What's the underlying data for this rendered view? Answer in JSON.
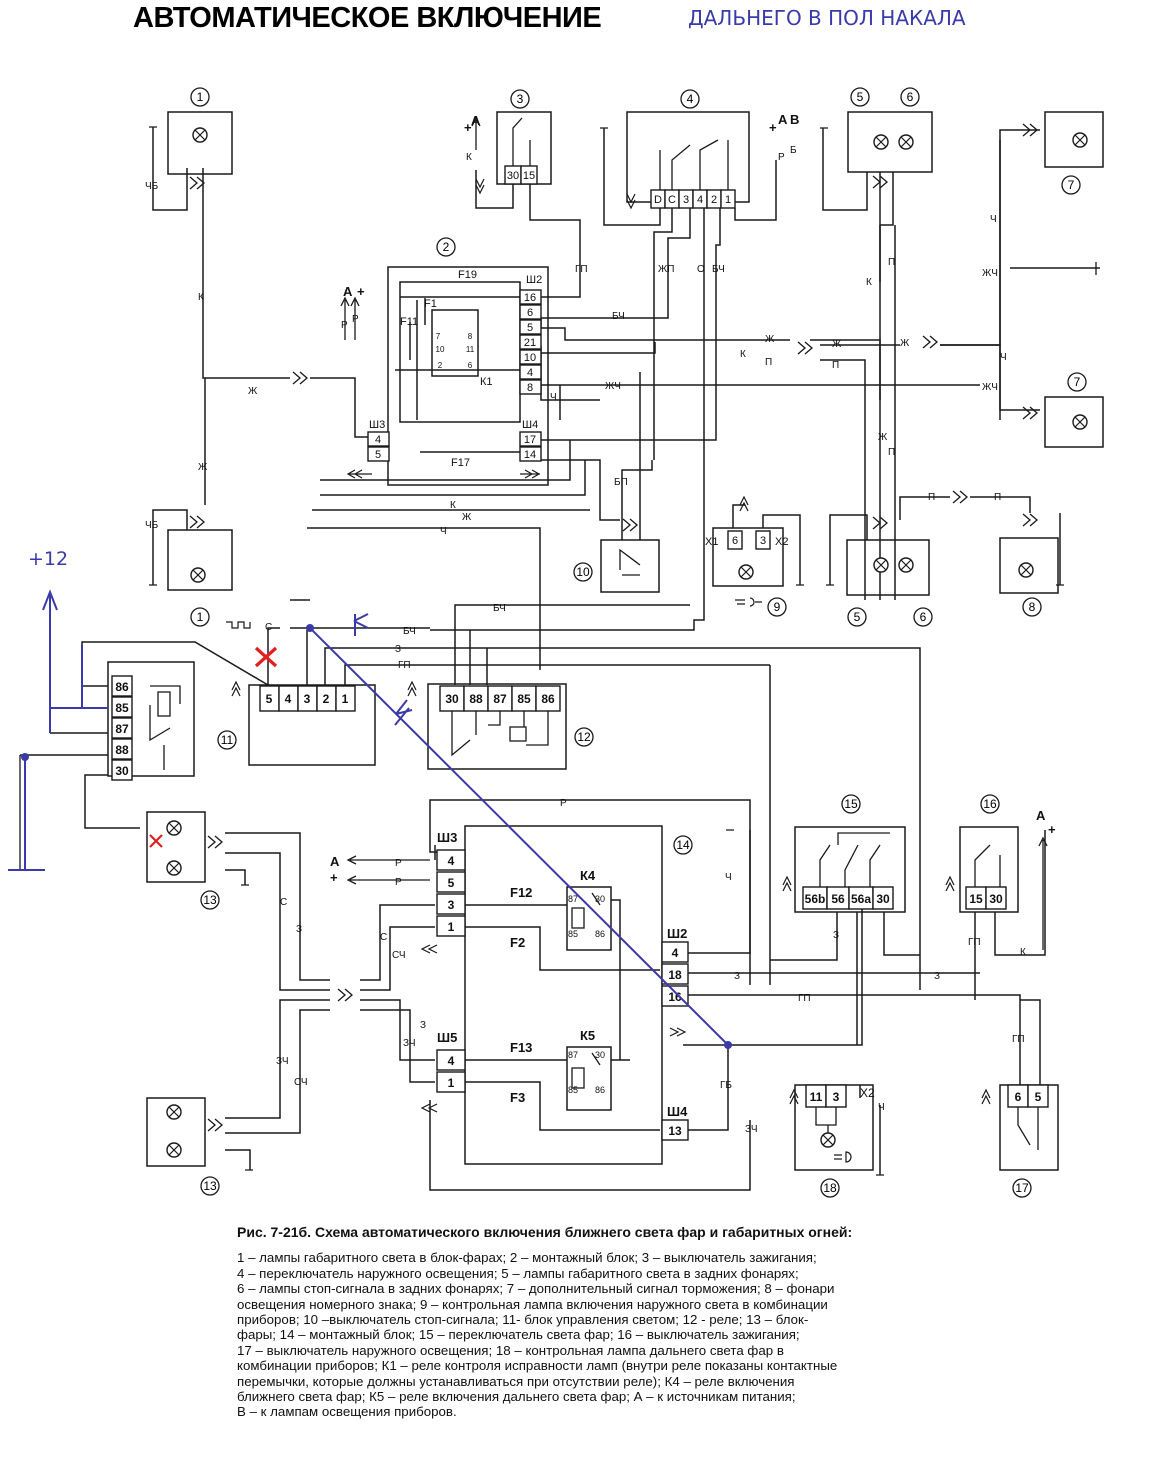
{
  "title": "АВТОМАТИЧЕСКОЕ ВКЛЮЧЕНИЕ",
  "subtitle": "ДАЛЬНЕГО В ПОЛ НАКАЛА",
  "annotation_plus12": "+12",
  "components": {
    "c1": "1",
    "c2": "2",
    "c3": "3",
    "c4": "4",
    "c5": "5",
    "c6": "6",
    "c7": "7",
    "c8": "8",
    "c9": "9",
    "c10": "10",
    "c11": "11",
    "c12": "12",
    "c13": "13",
    "c14": "14",
    "c15": "15",
    "c16": "16",
    "c17": "17",
    "c18": "18"
  },
  "wire_labels": {
    "k": "К",
    "zh": "Ж",
    "chb": "ЧБ",
    "gp": "ГП",
    "zhp": "ЖП",
    "o": "О",
    "bch": "БЧ",
    "p": "П",
    "zhch": "ЖЧ",
    "ch": "Ч",
    "bp": "БП",
    "r": "Р",
    "s": "С",
    "z": "З",
    "sch": "СЧ",
    "zch": "ЗЧ",
    "gb": "ГБ",
    "a": "А",
    "b": "Б",
    "v": "В",
    "plus": "+"
  },
  "block_labels": {
    "sh2": "Ш2",
    "sh3": "Ш3",
    "sh4": "Ш4",
    "sh5": "Ш5",
    "f19": "F19",
    "f1": "F1",
    "f11": "F11",
    "f17": "F17",
    "k1": "К1",
    "f12": "F12",
    "f2": "F2",
    "f13": "F13",
    "f3": "F3",
    "k4": "К4",
    "k5": "К5",
    "x1": "Х1",
    "x2": "Х2"
  },
  "pins": {
    "ign_30": "30",
    "ign_15": "15",
    "sw4": [
      "D",
      "C",
      "3",
      "4",
      "2",
      "1"
    ],
    "mb_right": [
      "16",
      "6",
      "5",
      "21",
      "10",
      "4",
      "8"
    ],
    "mb_lower": [
      "17",
      "14"
    ],
    "mb_left": [
      "4",
      "5"
    ],
    "k1_pins": [
      "7",
      "8",
      "10",
      "11",
      "2",
      "6"
    ],
    "relay_left": [
      "86",
      "85",
      "87",
      "88",
      "30"
    ],
    "unit11": [
      "5",
      "4",
      "3",
      "2",
      "1"
    ],
    "relay12": [
      "30",
      "88",
      "87",
      "85",
      "86"
    ],
    "mb14_sh3": [
      "4",
      "5",
      "3",
      "1"
    ],
    "mb14_sh5": [
      "4",
      "1"
    ],
    "mb14_sh2": [
      "4",
      "18",
      "16"
    ],
    "mb14_sh4": "13",
    "relay_contacts": [
      "87",
      "30",
      "85",
      "86"
    ],
    "sw15": [
      "56b",
      "56",
      "56a",
      "30"
    ],
    "ign16": [
      "15",
      "30"
    ],
    "sw17": [
      "6",
      "5"
    ],
    "lamp18": [
      "11",
      "3"
    ],
    "lamp9": [
      "6",
      "3"
    ]
  },
  "caption": {
    "title": "Рис. 7-21б. Схема автоматического включения ближнего света фар и габаритных огней:",
    "lines": [
      "1 – лампы габаритного света в блок-фарах; 2 – монтажный блок; 3 – выключатель зажигания;",
      "4 – переключатель наружного освещения; 5 – лампы габаритного света в задних фонарях;",
      "6 – лампы стоп-сигнала в задних фонарях; 7 – дополнительный сигнал торможения; 8 – фонари",
      "освещения номерного знака; 9 – контрольная лампа включения наружного света в комбинации",
      "приборов; 10 –выключатель стоп-сигнала; 11- блок управления светом; 12 - реле; 13 – блок-",
      "фары; 14 – монтажный блок; 15 – переключатель света фар; 16 – выключатель зажигания;",
      "17 – выключатель наружного освещения; 18 – контрольная лампа дальнего света фар в",
      "комбинации приборов; К1 – реле контроля исправности ламп (внутри реле показаны контактные",
      "перемычки, которые должны устанавливаться при отсутствии реле); К4 – реле включения",
      "ближнего света фар; К5 – реле включения дальнего света фар; А – к источникам питания;",
      "В – к лампам освещения приборов."
    ]
  },
  "colors": {
    "ink": "#1a1a1a",
    "annotation_blue": "#3a3aa8",
    "cross_red": "#e02020"
  }
}
